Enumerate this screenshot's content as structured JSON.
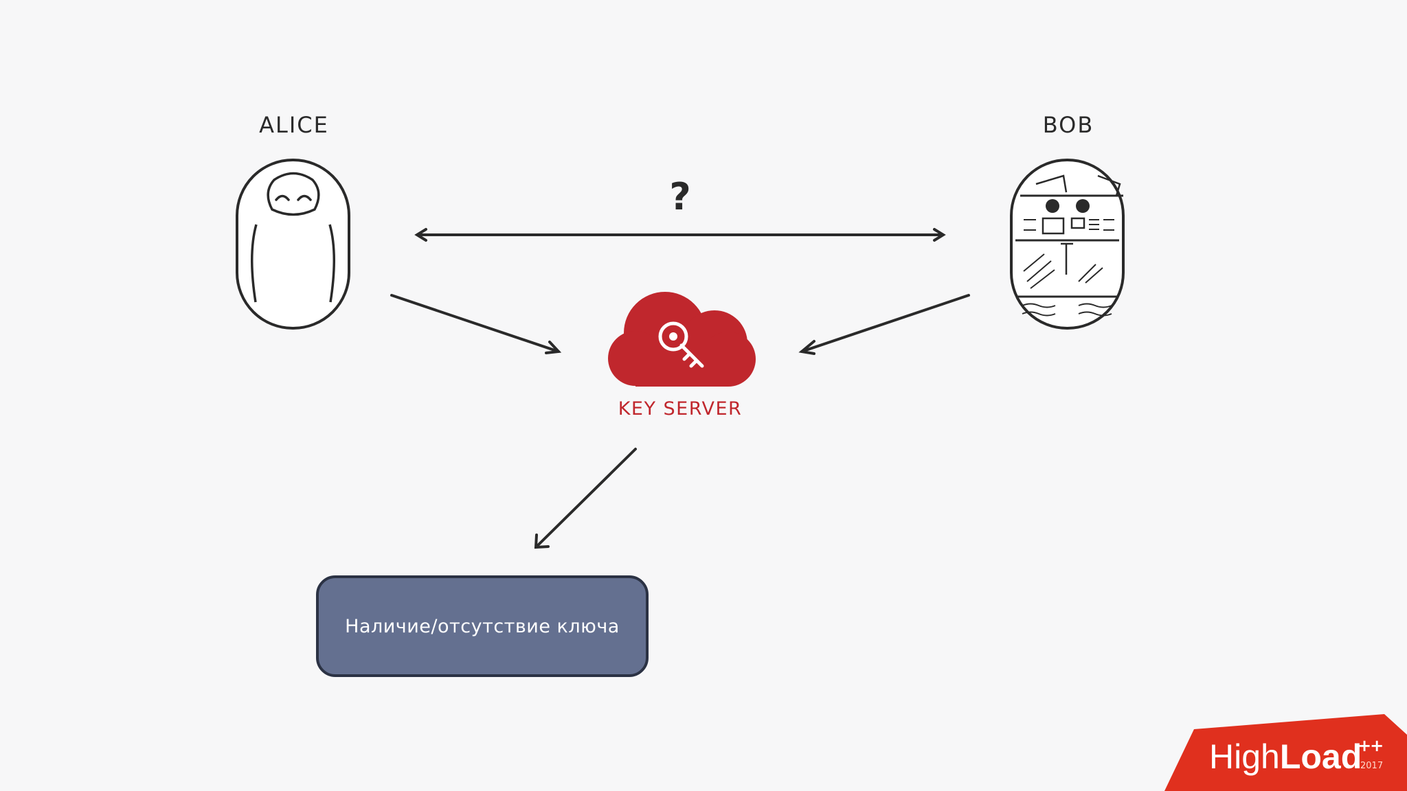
{
  "alice": {
    "label": "ALICE"
  },
  "bob": {
    "label": "BOB"
  },
  "channel": {
    "label": "?"
  },
  "key_server": {
    "label": "KEY SERVER"
  },
  "status_box": {
    "text": "Наличие/отсутствие ключа"
  },
  "brand": {
    "name_light": "High",
    "name_bold": "Load",
    "superscript": "++",
    "year": "2017"
  },
  "colors": {
    "background": "#f7f7f8",
    "ink": "#2a2a2a",
    "key_server_red": "#c0272d",
    "status_box_fill": "#647090",
    "brand_red": "#e0301e"
  },
  "icons": {
    "alice": "alice-robot-icon",
    "bob": "bob-robot-icon",
    "key_server": "cloud-key-icon"
  }
}
